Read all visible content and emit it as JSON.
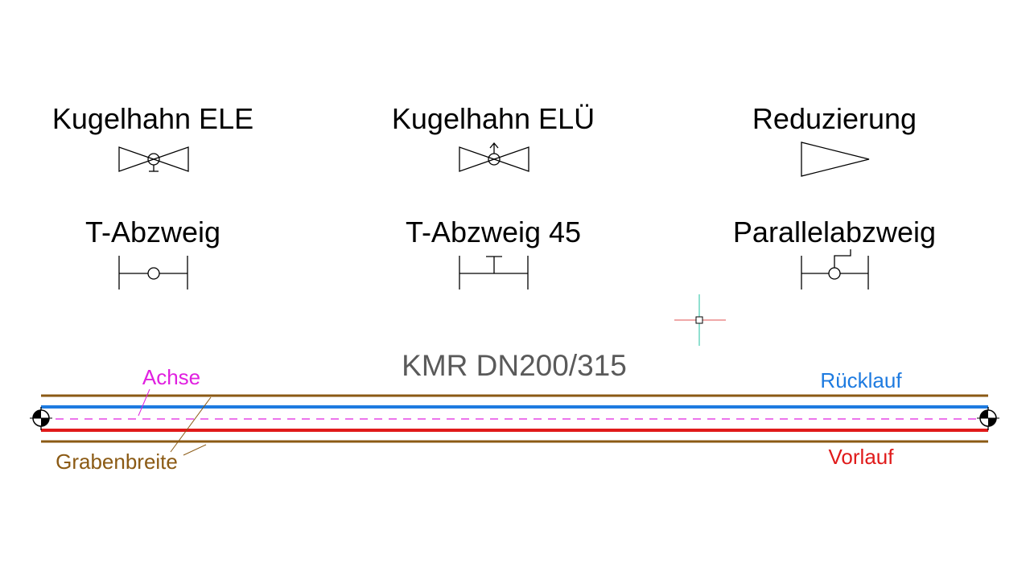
{
  "symbols": {
    "kugelhahn_ele": {
      "label": "Kugelhahn ELE"
    },
    "kugelhahn_elu": {
      "label": "Kugelhahn ELÜ"
    },
    "reduzierung": {
      "label": "Reduzierung"
    },
    "t_abzweig": {
      "label": "T-Abzweig"
    },
    "t_abzweig_45": {
      "label": "T-Abzweig 45"
    },
    "parallelabzweig": {
      "label": "Parallelabzweig"
    }
  },
  "pipe": {
    "title": "KMR DN200/315",
    "achse": "Achse",
    "ruecklauf": "Rücklauf",
    "vorlauf": "Vorlauf",
    "grabenbreite": "Grabenbreite"
  },
  "colors": {
    "title": "#5a5a5a",
    "achse": "#e020e0",
    "ruecklauf": "#1e7be0",
    "vorlauf": "#e01a1a",
    "grabenbreite": "#8b5a14",
    "cursor_h": "#e05050",
    "cursor_v": "#20c0a0"
  },
  "icons": {
    "cursor": "crosshair-cursor-icon",
    "endpoint": "end-marker-icon"
  }
}
